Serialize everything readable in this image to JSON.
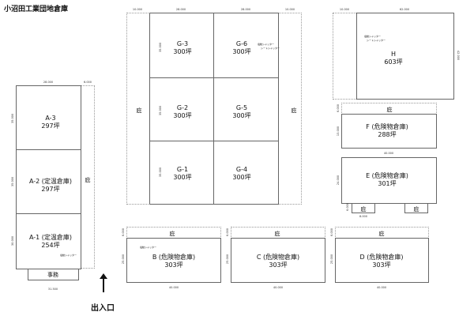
{
  "title": "小沼田工業団地倉庫",
  "entrance": "出入口",
  "eave": "庇",
  "shutter": "電動シャッター",
  "shutter2": "シートシャッター",
  "blockA": {
    "dims": {
      "width": "28.000",
      "canopy": "6.000",
      "h3": "35.000",
      "h2": "35.000",
      "h1": "30.000",
      "office_width": "31.500"
    },
    "units": [
      {
        "name": "A-3",
        "area": "297坪"
      },
      {
        "name": "A-2 (定温倉庫)",
        "area": "297坪"
      },
      {
        "name": "A-1 (定温倉庫)",
        "area": "254坪"
      }
    ],
    "office": "事務"
  },
  "blockG": {
    "dims": {
      "left": "10.000",
      "w1": "28.000",
      "w2": "28.000",
      "right": "10.000",
      "h": "35.000"
    },
    "units": [
      {
        "name": "G-3",
        "area": "300坪"
      },
      {
        "name": "G-6",
        "area": "300坪"
      },
      {
        "name": "G-2",
        "area": "300坪"
      },
      {
        "name": "G-5",
        "area": "300坪"
      },
      {
        "name": "G-1",
        "area": "300坪"
      },
      {
        "name": "G-4",
        "area": "300坪"
      }
    ]
  },
  "blockH": {
    "dims": {
      "left": "10.000",
      "width": "62.000",
      "height": "42.000"
    },
    "name": "H",
    "area": "603坪"
  },
  "blockF": {
    "dims": {
      "canopy": "6.000",
      "height": "13.000"
    },
    "name": "F (危険物倉庫)",
    "area": "288坪"
  },
  "blockE": {
    "dims": {
      "width": "40.000",
      "height": "24.000",
      "canopy": "6.000",
      "canopy_width": "8.000"
    },
    "name": "E (危険物倉庫)",
    "area": "301坪"
  },
  "blockB": {
    "dims": {
      "canopy": "6.000",
      "height": "25.000",
      "width": "40.000"
    },
    "name": "B (危険物倉庫)",
    "area": "303坪"
  },
  "blockC": {
    "dims": {
      "canopy": "6.000",
      "height": "25.000",
      "width": "40.000"
    },
    "name": "C (危険物倉庫)",
    "area": "303坪"
  },
  "blockD": {
    "dims": {
      "canopy": "6.000",
      "height": "25.000",
      "width": "40.000"
    },
    "name": "D (危険物倉庫)",
    "area": "303坪"
  }
}
